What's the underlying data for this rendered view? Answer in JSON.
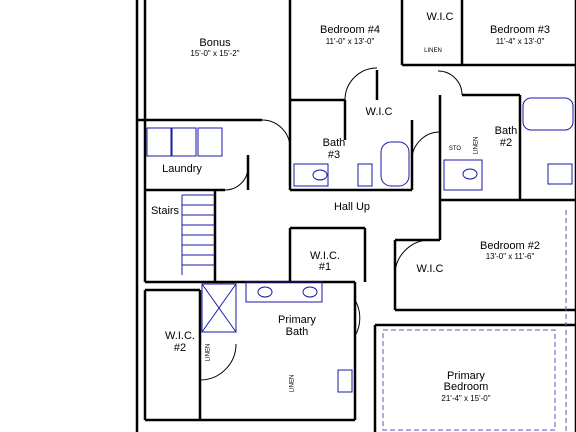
{
  "rooms": {
    "bonus": {
      "name": "Bonus",
      "dims": "15'-0\" x 15'-2\""
    },
    "bedroom4": {
      "name": "Bedroom #4",
      "dims": "11'-0\" x 13'-0\""
    },
    "bedroom3": {
      "name": "Bedroom #3",
      "dims": "11'-4\" x 13'-0\""
    },
    "bedroom2": {
      "name": "Bedroom #2",
      "dims": "13'-0\" x 11'-6\""
    },
    "primary_bedroom": {
      "name_line1": "Primary",
      "name_line2": "Bedroom",
      "dims": "21'-4\" x 15'-0\""
    },
    "laundry": {
      "name": "Laundry"
    },
    "stairs": {
      "name": "Stairs"
    },
    "hall_up": {
      "name": "Hall Up"
    },
    "bath3": {
      "line1": "Bath",
      "line2": "#3"
    },
    "bath2": {
      "line1": "Bath",
      "line2": "#2"
    },
    "primary_bath": {
      "line1": "Primary",
      "line2": "Bath"
    },
    "wic_top": {
      "name": "W.I.C"
    },
    "wic_mid": {
      "name": "W.I.C"
    },
    "wic_bed2": {
      "name": "W.I.C"
    },
    "wic1": {
      "line1": "W.I.C.",
      "line2": "#1"
    },
    "wic2": {
      "line1": "W.I.C.",
      "line2": "#2"
    }
  },
  "closets": {
    "linen_top": "LINEN",
    "linen_bath2": "LINEN",
    "sto": "STO",
    "linen_primary": "LINEN",
    "linen_wc": "LINEN"
  },
  "colors": {
    "wall": "#000000",
    "fixture": "#1a1aa8",
    "dashed": "#5555bb"
  }
}
